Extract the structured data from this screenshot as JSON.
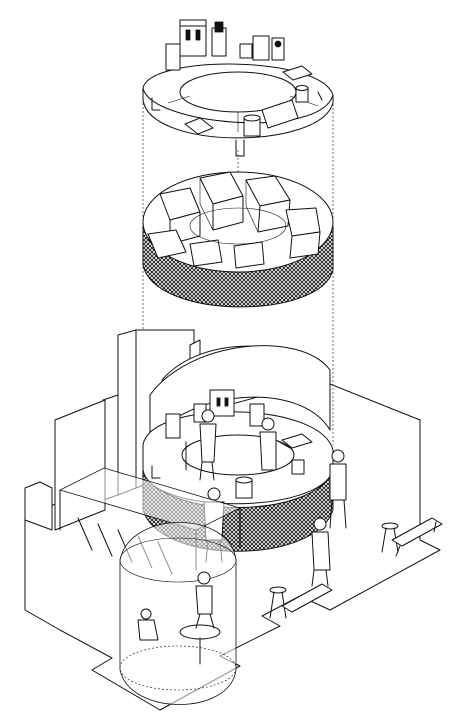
{
  "figure": {
    "type": "exploded isometric line drawing",
    "colors": {
      "line": "#111111",
      "background": "#ffffff",
      "mesh": "#111111"
    }
  },
  "layers": [
    {
      "id": "counter-top-equipment",
      "labels": []
    },
    {
      "id": "cabinet-ring-with-mesh-skirt",
      "labels": []
    },
    {
      "id": "assembled-kiosk-floor-plan",
      "labels": []
    }
  ]
}
